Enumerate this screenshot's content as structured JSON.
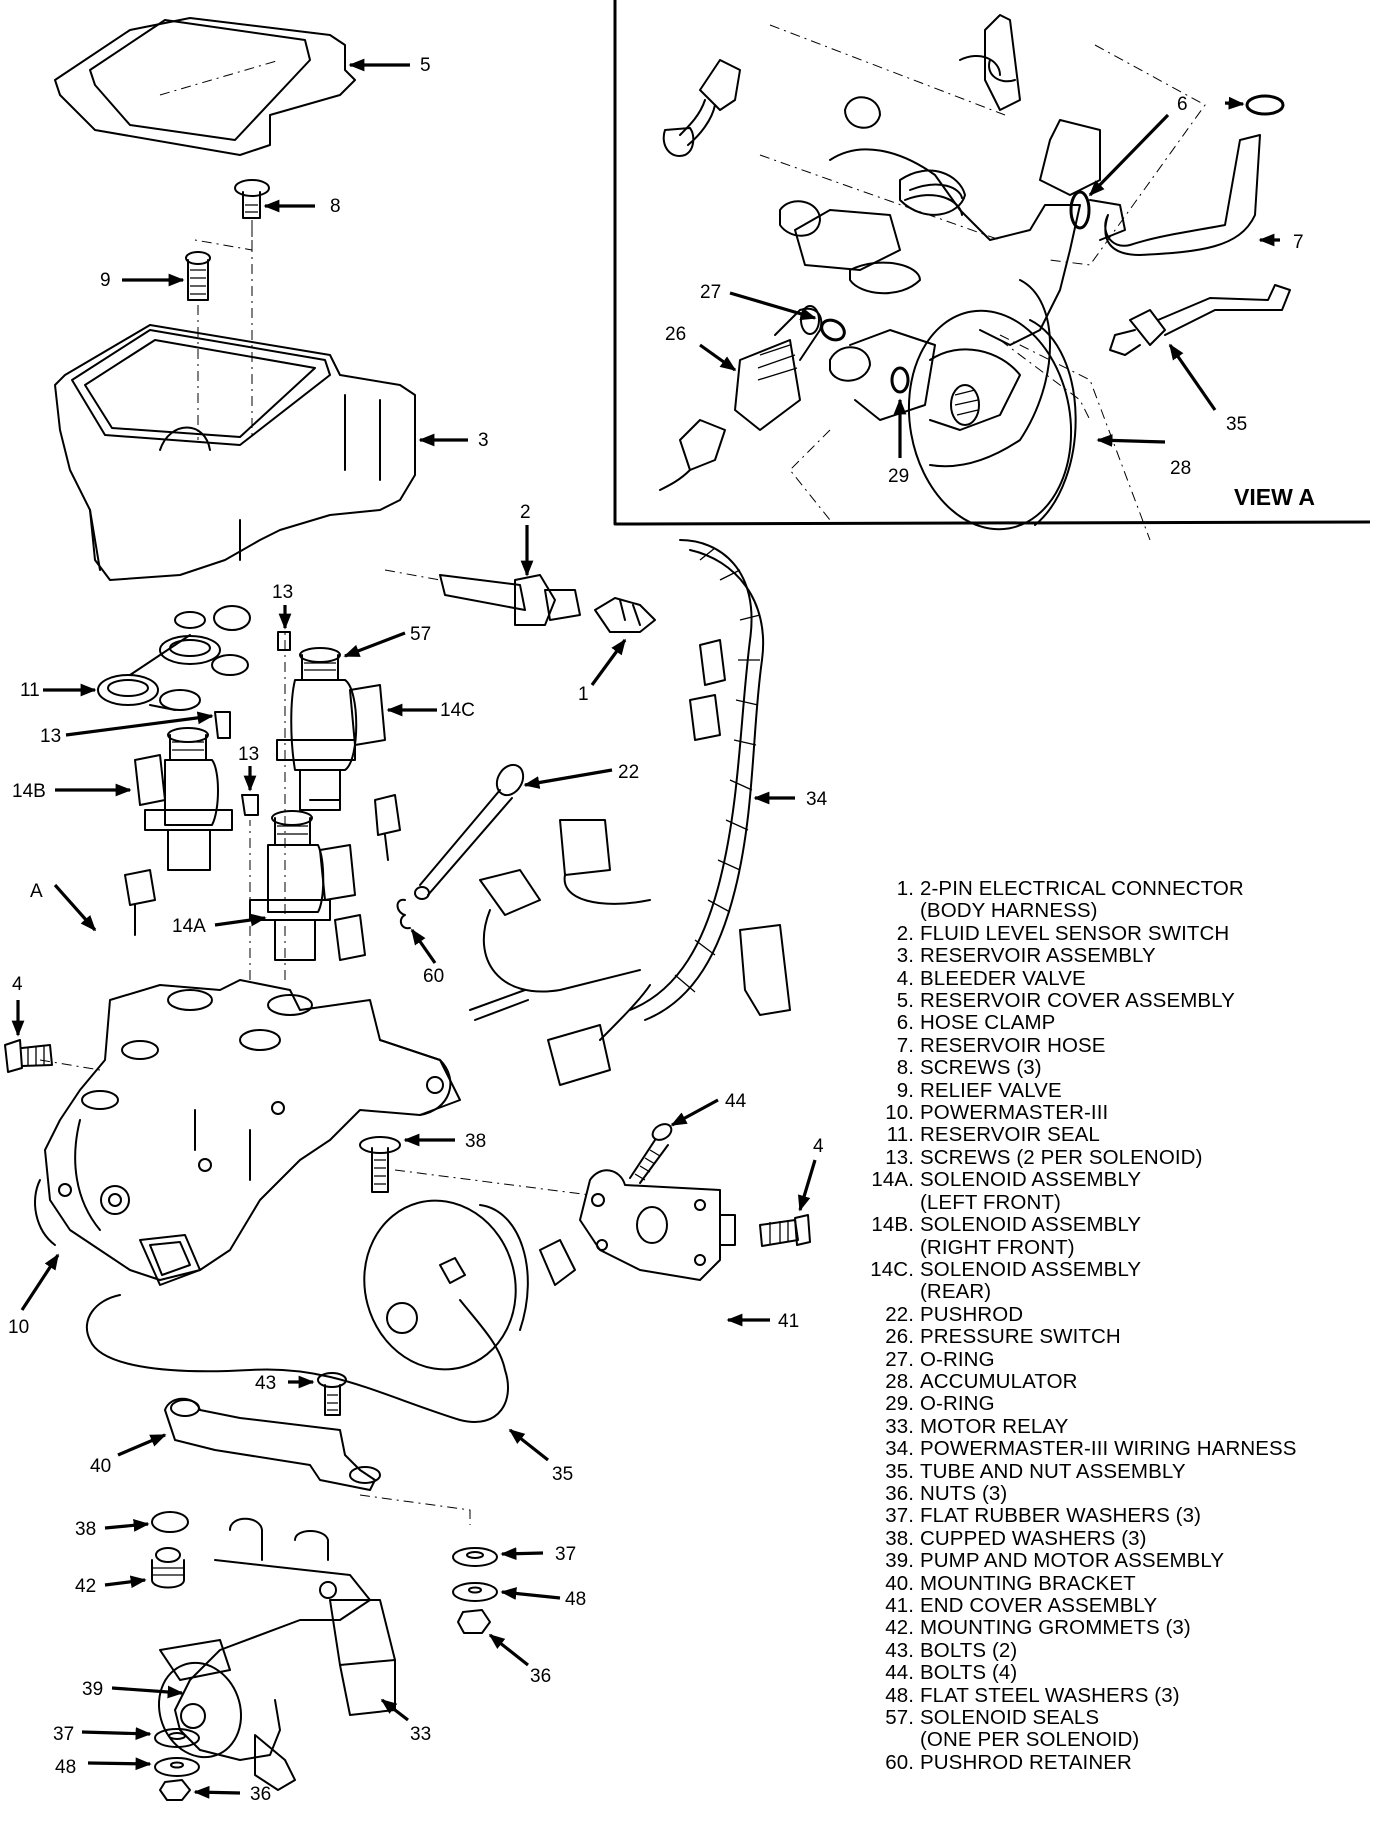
{
  "view_a": {
    "title": "VIEW A",
    "callouts": [
      "6",
      "7",
      "26",
      "27",
      "28",
      "29",
      "35"
    ]
  },
  "view_marker": "A",
  "callouts": {
    "c5": "5",
    "c8": "8",
    "c9": "9",
    "c3": "3",
    "c2": "2",
    "c1": "1",
    "c13a": "13",
    "c13b": "13",
    "c13c": "13",
    "c57": "57",
    "c11": "11",
    "c14c": "14C",
    "c14b": "14B",
    "c14a": "14A",
    "c22": "22",
    "c34": "34",
    "c60": "60",
    "c4a": "4",
    "c4b": "4",
    "c38a": "38",
    "c44": "44",
    "c10": "10",
    "c41": "41",
    "c43": "43",
    "c40": "40",
    "c35": "35",
    "c38b": "38",
    "c37a": "37",
    "c42": "42",
    "c48a": "48",
    "c36a": "36",
    "c39": "39",
    "c33": "33",
    "c37b": "37",
    "c48b": "48",
    "c36b": "36"
  },
  "legend": [
    {
      "num": "1.",
      "text": "2-PIN ELECTRICAL CONNECTOR",
      "cont": "(BODY HARNESS)"
    },
    {
      "num": "2.",
      "text": "FLUID LEVEL SENSOR SWITCH"
    },
    {
      "num": "3.",
      "text": "RESERVOIR ASSEMBLY"
    },
    {
      "num": "4.",
      "text": "BLEEDER VALVE"
    },
    {
      "num": "5.",
      "text": "RESERVOIR COVER ASSEMBLY"
    },
    {
      "num": "6.",
      "text": "HOSE CLAMP"
    },
    {
      "num": "7.",
      "text": "RESERVOIR HOSE"
    },
    {
      "num": "8.",
      "text": "SCREWS (3)"
    },
    {
      "num": "9.",
      "text": "RELIEF VALVE"
    },
    {
      "num": "10.",
      "text": "POWERMASTER-III"
    },
    {
      "num": "11.",
      "text": "RESERVOIR SEAL"
    },
    {
      "num": "13.",
      "text": "SCREWS (2 PER SOLENOID)"
    },
    {
      "num": "14A.",
      "text": "SOLENOID ASSEMBLY",
      "cont": "(LEFT FRONT)"
    },
    {
      "num": "14B.",
      "text": "SOLENOID ASSEMBLY",
      "cont": "(RIGHT FRONT)"
    },
    {
      "num": "14C.",
      "text": "SOLENOID ASSEMBLY",
      "cont": "(REAR)"
    },
    {
      "num": "22.",
      "text": "PUSHROD"
    },
    {
      "num": "26.",
      "text": "PRESSURE SWITCH"
    },
    {
      "num": "27.",
      "text": "O-RING"
    },
    {
      "num": "28.",
      "text": "ACCUMULATOR"
    },
    {
      "num": "29.",
      "text": "O-RING"
    },
    {
      "num": "33.",
      "text": "MOTOR RELAY"
    },
    {
      "num": "34.",
      "text": "POWERMASTER-III WIRING HARNESS"
    },
    {
      "num": "35.",
      "text": "TUBE AND NUT ASSEMBLY"
    },
    {
      "num": "36.",
      "text": "NUTS (3)"
    },
    {
      "num": "37.",
      "text": "FLAT RUBBER WASHERS (3)"
    },
    {
      "num": "38.",
      "text": "CUPPED WASHERS (3)"
    },
    {
      "num": "39.",
      "text": "PUMP AND MOTOR ASSEMBLY"
    },
    {
      "num": "40.",
      "text": "MOUNTING BRACKET"
    },
    {
      "num": "41.",
      "text": "END COVER ASSEMBLY"
    },
    {
      "num": "42.",
      "text": "MOUNTING GROMMETS (3)"
    },
    {
      "num": "43.",
      "text": "BOLTS (2)"
    },
    {
      "num": "44.",
      "text": "BOLTS (4)"
    },
    {
      "num": "48.",
      "text": "FLAT STEEL WASHERS (3)"
    },
    {
      "num": "57.",
      "text": "SOLENOID SEALS",
      "cont": "(ONE PER SOLENOID)"
    },
    {
      "num": "60.",
      "text": "PUSHROD RETAINER"
    }
  ]
}
